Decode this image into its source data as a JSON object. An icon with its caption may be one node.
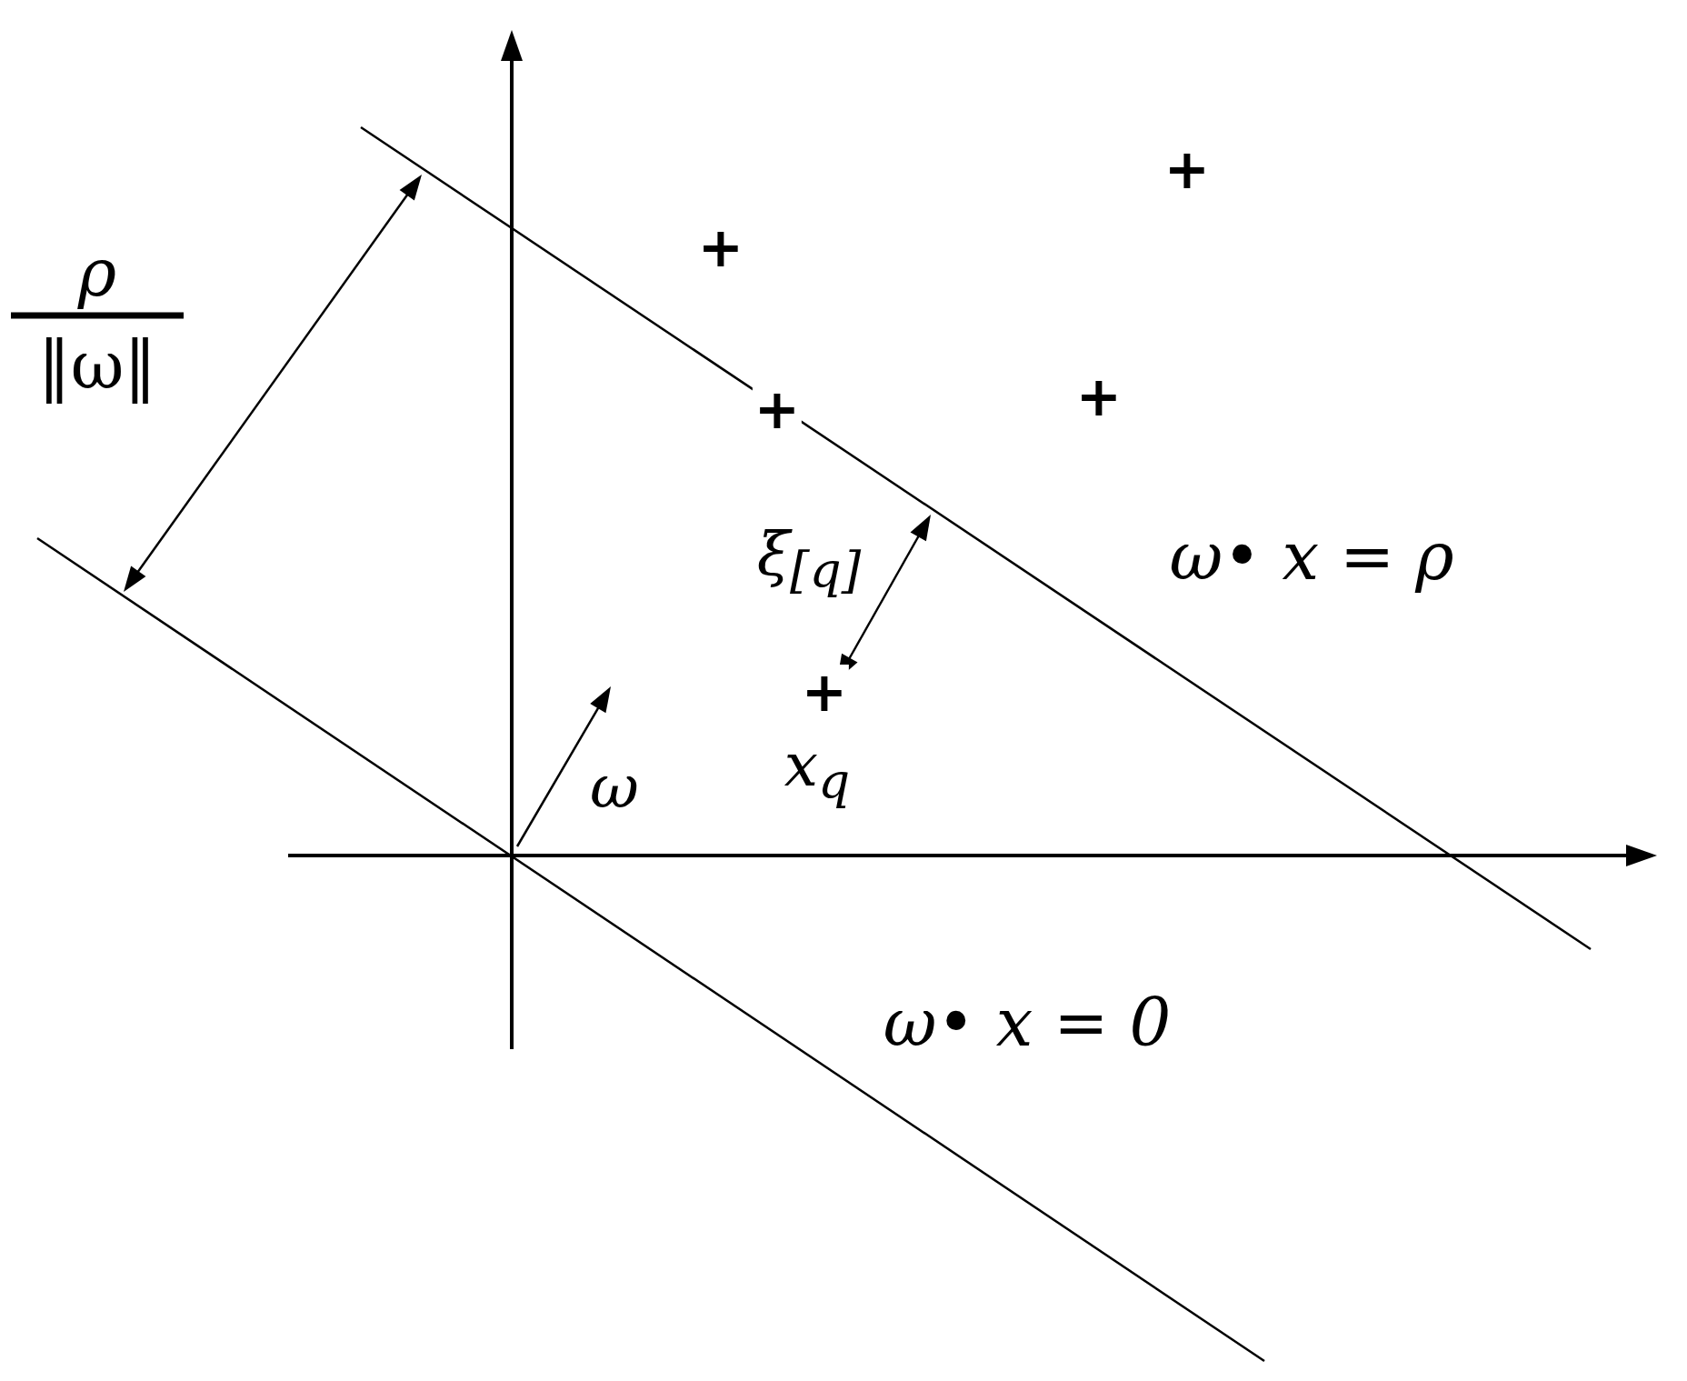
{
  "diagram": {
    "labels": [
      "ρ",
      "‖ω‖",
      "+",
      "+",
      "+",
      "+",
      "ξ$_{[q]}$",
      "ω• x = ρ",
      "+",
      "ω",
      "x$_{q}$",
      "ω• x = 0"
    ]
  }
}
